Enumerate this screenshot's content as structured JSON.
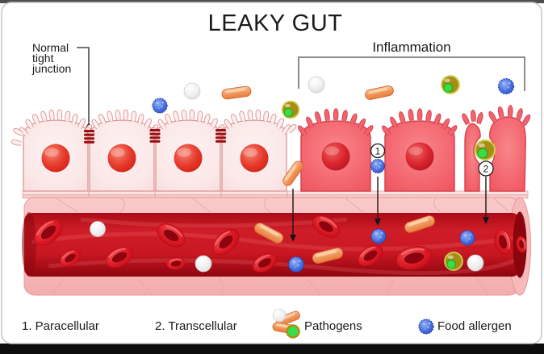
{
  "title": "LEAKY GUT",
  "annotations": {
    "tight_junction": {
      "line1": "Normal",
      "line2": "tight",
      "line3": "junction"
    },
    "inflammation": "Inflammation",
    "marker_1": "1",
    "marker_2": "2"
  },
  "legend": {
    "item_1": {
      "label": "1. Paracellular"
    },
    "item_2": {
      "label": "2. Transcellular"
    },
    "item_3": {
      "label": "Pathogens",
      "icon": "pathogens-cluster-icon"
    },
    "item_4": {
      "label": "Food allergen",
      "icon": "food-allergen-icon"
    }
  },
  "colors": {
    "normal_cell": "#fbe7e7",
    "normal_cell_border": "#dc9494",
    "inflamed_cell": "#f3636c",
    "inflamed_cell_border": "#d5434e",
    "nucleus": "#e03024",
    "tight_junction_bars": "#9c1014",
    "basement_membrane": "#f8d8d8",
    "vessel_wall": "#f6baba",
    "vessel_lumen": "#c8141f",
    "red_blood_cell": "#dd1a24",
    "bacteria_capsule": "#f09a5e",
    "pathogen_coccus": "#a88c14",
    "pathogen_green": "#3bdc46",
    "white_sphere": "#f1f1f1",
    "food_allergen": "#4a71e0",
    "bracket": "#8c8c8c",
    "text": "#1a1a1a",
    "card_border": "#c5c5c5",
    "bottom_bar": "#0d0d0d",
    "top_bar": "#4d4d4d"
  }
}
